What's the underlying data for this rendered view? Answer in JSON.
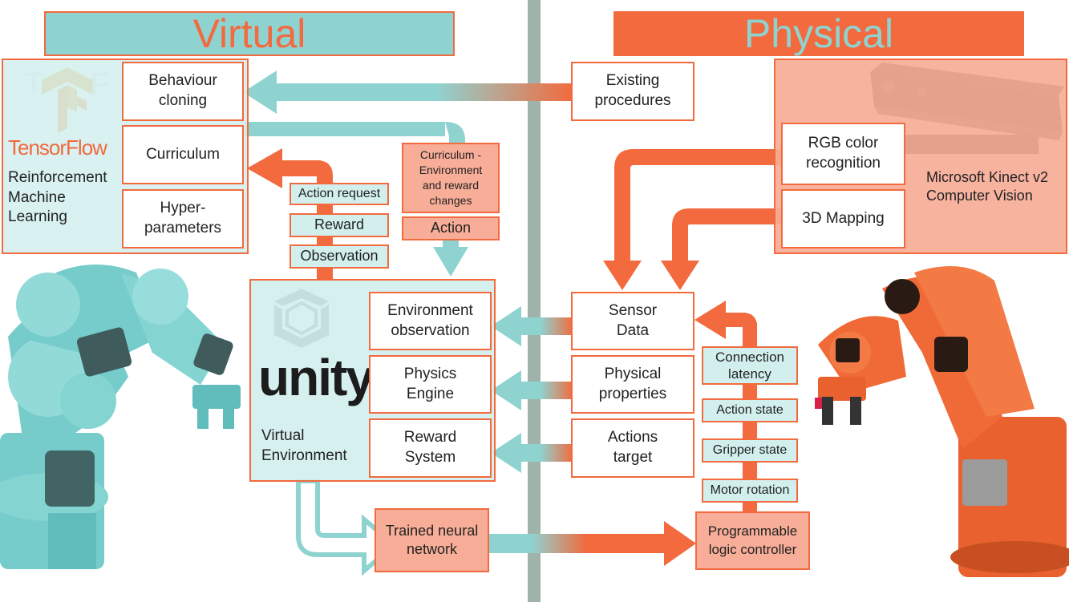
{
  "colors": {
    "teal": "#8fd3d1",
    "teal_light": "#d2efee",
    "orange": "#f26a3d",
    "salmon": "#f7ad97",
    "divider": "#9fb3aa"
  },
  "headers": {
    "virtual": "Virtual",
    "physical": "Physical"
  },
  "tensorflow": {
    "logo_text": "TensorFlow",
    "panel_label": "Reinforcement\nMachine\nLearning",
    "behaviour_cloning": "Behaviour\ncloning",
    "curriculum": "Curriculum",
    "hyperparameters": "Hyper-\nparameters"
  },
  "signals_left": {
    "action_request": "Action request",
    "reward": "Reward",
    "observation": "Observation"
  },
  "curriculum_changes": {
    "text": "Curriculum -\nEnvironment\nand reward\nchanges",
    "action": "Action"
  },
  "unity": {
    "logo_text": "unity",
    "panel_label": "Virtual\nEnvironment",
    "environment_observation": "Environment\nobservation",
    "physics_engine": "Physics\nEngine",
    "reward_system": "Reward\nSystem"
  },
  "trained_network": "Trained neural\nnetwork",
  "physical": {
    "existing_procedures": "Existing\nprocedures",
    "kinect_label": "Microsoft Kinect v2\nComputer Vision",
    "rgb_recognition": "RGB color\nrecognition",
    "mapping_3d": "3D Mapping",
    "sensor_data": "Sensor\nData",
    "physical_properties": "Physical\nproperties",
    "actions_target": "Actions\ntarget",
    "plc": "Programmable\nlogic controller"
  },
  "signals_right": {
    "connection_latency": "Connection\nlatency",
    "action_state": "Action state",
    "gripper_state": "Gripper state",
    "motor_rotation": "Motor rotation"
  },
  "icons": [
    "tensorflow-logo-icon",
    "unity-logo-icon",
    "kinect-sensor-icon",
    "robot-arm-virtual-icon",
    "robot-arm-physical-icon"
  ]
}
